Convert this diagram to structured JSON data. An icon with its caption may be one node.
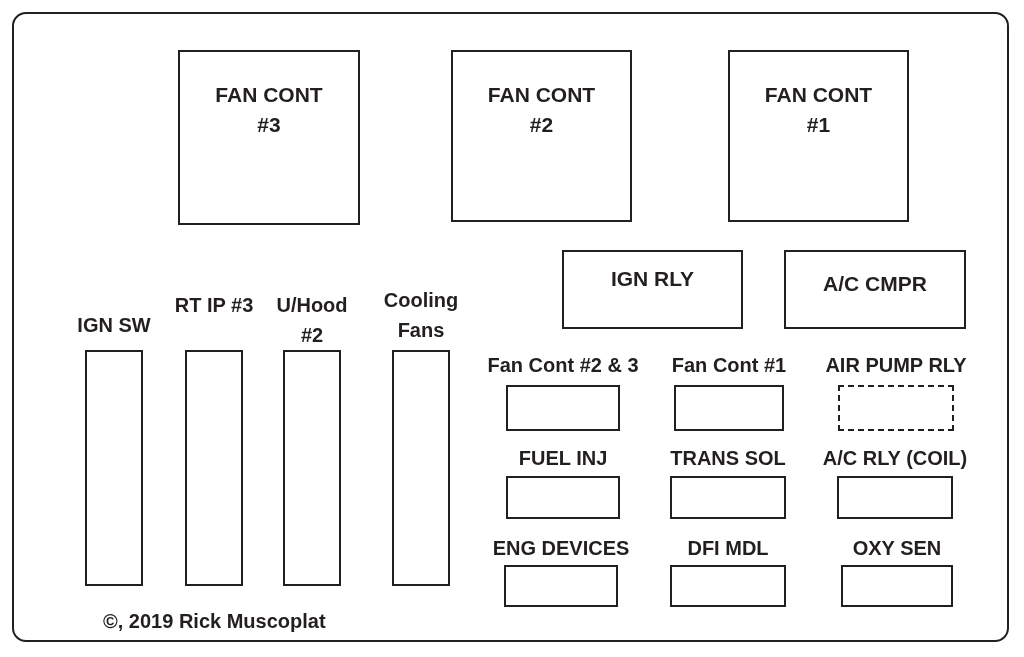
{
  "diagram": {
    "nodes": [
      {
        "text": [
          "FAN CONT #3"
        ]
      },
      {
        "text": [
          "FAN CONT #2"
        ]
      },
      {
        "text": [
          "FAN CONT #1"
        ]
      },
      {
        "text": [
          "IGN RLY"
        ]
      },
      {
        "text": [
          "A/C CMPR"
        ]
      },
      {
        "text": [
          "IGN SW"
        ]
      },
      {
        "text": [
          "RT IP #3"
        ]
      },
      {
        "text": [
          "U/Hood #2"
        ]
      },
      {
        "text": [
          "Cooling Fans"
        ]
      },
      {
        "text": [
          "Fan Cont #2 & 3"
        ]
      },
      {
        "text": [
          "Fan Cont #1"
        ]
      },
      {
        "text": [
          "AIR PUMP RLY"
        ]
      },
      {
        "text": [
          "FUEL INJ"
        ]
      },
      {
        "text": [
          "TRANS SOL"
        ]
      },
      {
        "text": [
          "A/C RLY (COIL)"
        ]
      },
      {
        "text": [
          "ENG DEVICES"
        ]
      },
      {
        "text": [
          "DFI MDL"
        ]
      },
      {
        "text": [
          "OXY SEN"
        ]
      }
    ],
    "edges": [],
    "labels": [
      "©, 2019 Rick Muscoplat"
    ]
  }
}
